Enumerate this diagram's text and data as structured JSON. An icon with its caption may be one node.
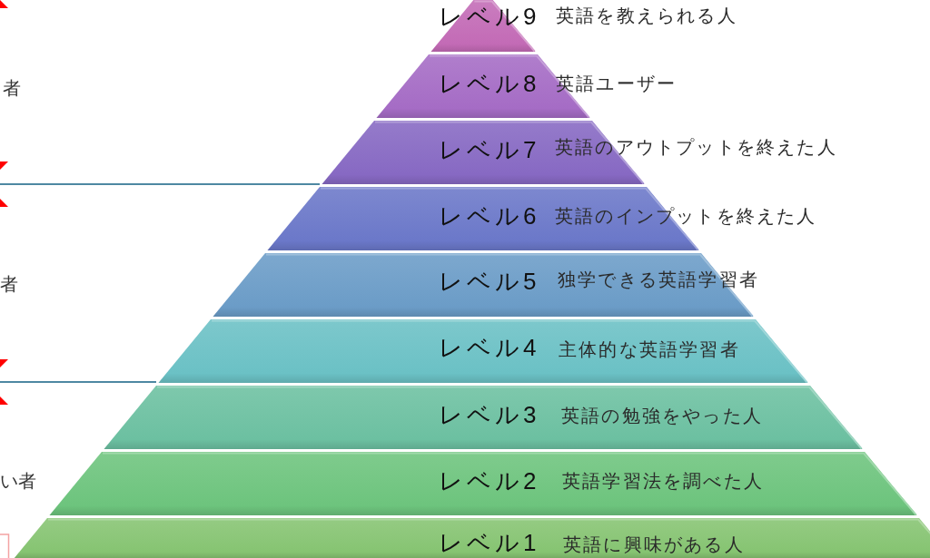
{
  "diagram": {
    "nodes": [
      {
        "text": [
          "レベル9"
        ],
        "beside": [
          "英語を教えられる人"
        ]
      },
      {
        "text": [
          "レベル8"
        ],
        "beside": [
          "英語ユーザー"
        ]
      },
      {
        "text": [
          "レベル7"
        ],
        "beside": [
          "英語のアウトプットを終えた人"
        ]
      },
      {
        "text": [
          "レベル6"
        ],
        "beside": [
          "英語のインプットを終えた人"
        ]
      },
      {
        "text": [
          "レベル5",
          "独学できる英語学習者"
        ]
      },
      {
        "text": [
          "レベル4",
          "主体的な英語学習者"
        ]
      },
      {
        "text": [
          "レベル3",
          "英語の勉強をやった人"
        ]
      },
      {
        "text": [
          "レベル2",
          "英語学習法を調べた人"
        ]
      },
      {
        "text": [
          "レベル1",
          "英語に興味がある人"
        ]
      }
    ],
    "labels": [
      "者",
      "者",
      "い者"
    ]
  }
}
